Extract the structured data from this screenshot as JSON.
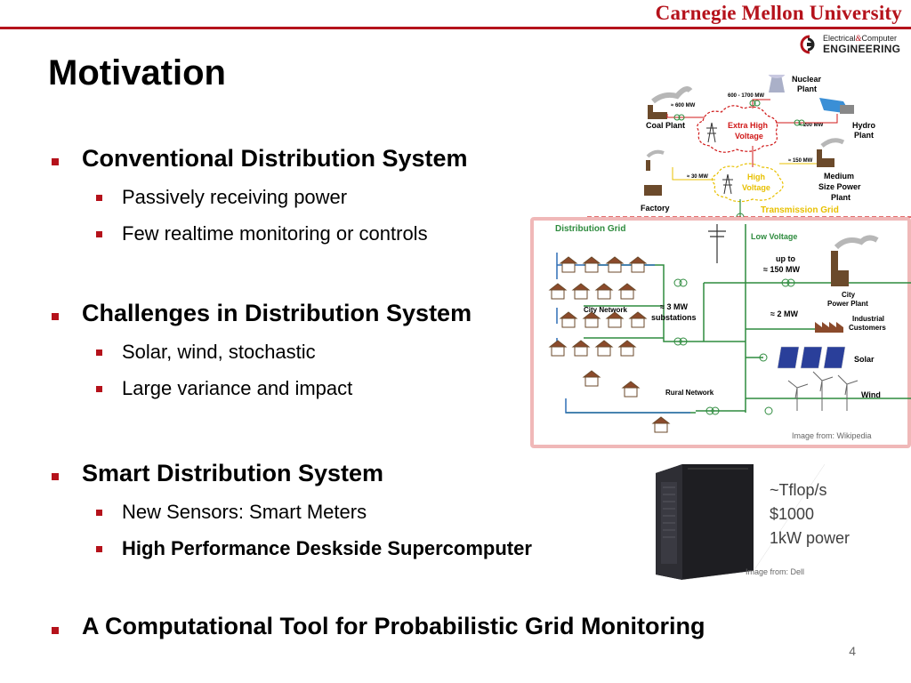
{
  "header": {
    "university": "Carnegie Mellon University",
    "dept_line1_a": "Electrical",
    "dept_line1_amp": "&",
    "dept_line1_b": "Computer",
    "dept_line2": "ENGINEERING"
  },
  "slide": {
    "title": "Motivation",
    "sections": [
      {
        "heading": "Conventional Distribution System",
        "items": [
          "Passively receiving power",
          "Few realtime monitoring or controls"
        ]
      },
      {
        "heading": "Challenges in Distribution System",
        "items": [
          "Solar, wind, stochastic",
          "Large variance and impact"
        ]
      },
      {
        "heading": "Smart Distribution System",
        "items": [
          "New Sensors: Smart Meters",
          "High Performance Deskside Supercomputer"
        ]
      },
      {
        "heading": "A Computational Tool for Probabilistic Grid Monitoring",
        "items": []
      }
    ],
    "page_number": "4"
  },
  "grid_diagram": {
    "nuclear_plant": "Nuclear Plant",
    "nuclear_line1": "Nuclear",
    "nuclear_line2": "Plant",
    "mw_600_1700": "600 - 1700  MW",
    "mw_600": "≈ 600  MW",
    "coal_plant": "Coal Plant",
    "extra_high_1": "Extra High",
    "extra_high_2": "Voltage",
    "mw_200": "≈ 200  MW",
    "hydro_1": "Hydro",
    "hydro_2": "Plant",
    "mw_150_top": "≈ 150  MW",
    "mw_30": "≈ 30 MW",
    "high_1": "High",
    "high_2": "Voltage",
    "medium_1": "Medium",
    "medium_2": "Size Power",
    "medium_3": "Plant",
    "factory": "Factory",
    "transmission_grid": "Transmission Grid",
    "distribution_grid": "Distribution Grid",
    "low_voltage": "Low Voltage",
    "up_to": "up to",
    "mw_150": "≈  150  MW",
    "city_power_1": "City",
    "city_power_2": "Power Plant",
    "city_network": "City Network",
    "mw_3": "≈  3  MW",
    "substations": "substations",
    "mw_2": "≈  2  MW",
    "industrial_1": "Industrial",
    "industrial_2": "Customers",
    "solar": "Solar",
    "rural_network": "Rural Network",
    "wind": "Wind",
    "credit": "Image from: Wikipedia"
  },
  "supercomputer": {
    "specs": [
      "~Tflop/s",
      "$1000",
      "1kW power"
    ],
    "credit": "Image from: Dell"
  },
  "colors": {
    "accent": "#b5121b",
    "grid_green": "#2e8b3e",
    "transmission_yellow": "#e8c000"
  }
}
